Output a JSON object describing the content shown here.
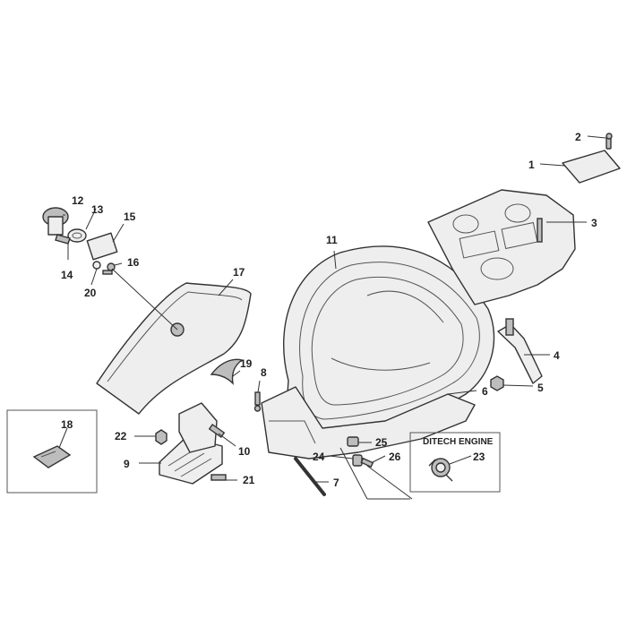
{
  "diagram": {
    "callouts": {
      "c1": "1",
      "c2": "2",
      "c3": "3",
      "c4": "4",
      "c5": "5",
      "c6": "6",
      "c7": "7",
      "c8": "8",
      "c9": "9",
      "c10": "10",
      "c11": "11",
      "c12": "12",
      "c13": "13",
      "c14": "14",
      "c15": "15",
      "c16": "16",
      "c17": "17",
      "c18": "18",
      "c19": "19",
      "c20": "20",
      "c21": "21",
      "c22": "22",
      "c23": "23",
      "c24": "24",
      "c25": "25",
      "c26": "26"
    },
    "ditech_box_label": "DITECH ENGINE"
  }
}
